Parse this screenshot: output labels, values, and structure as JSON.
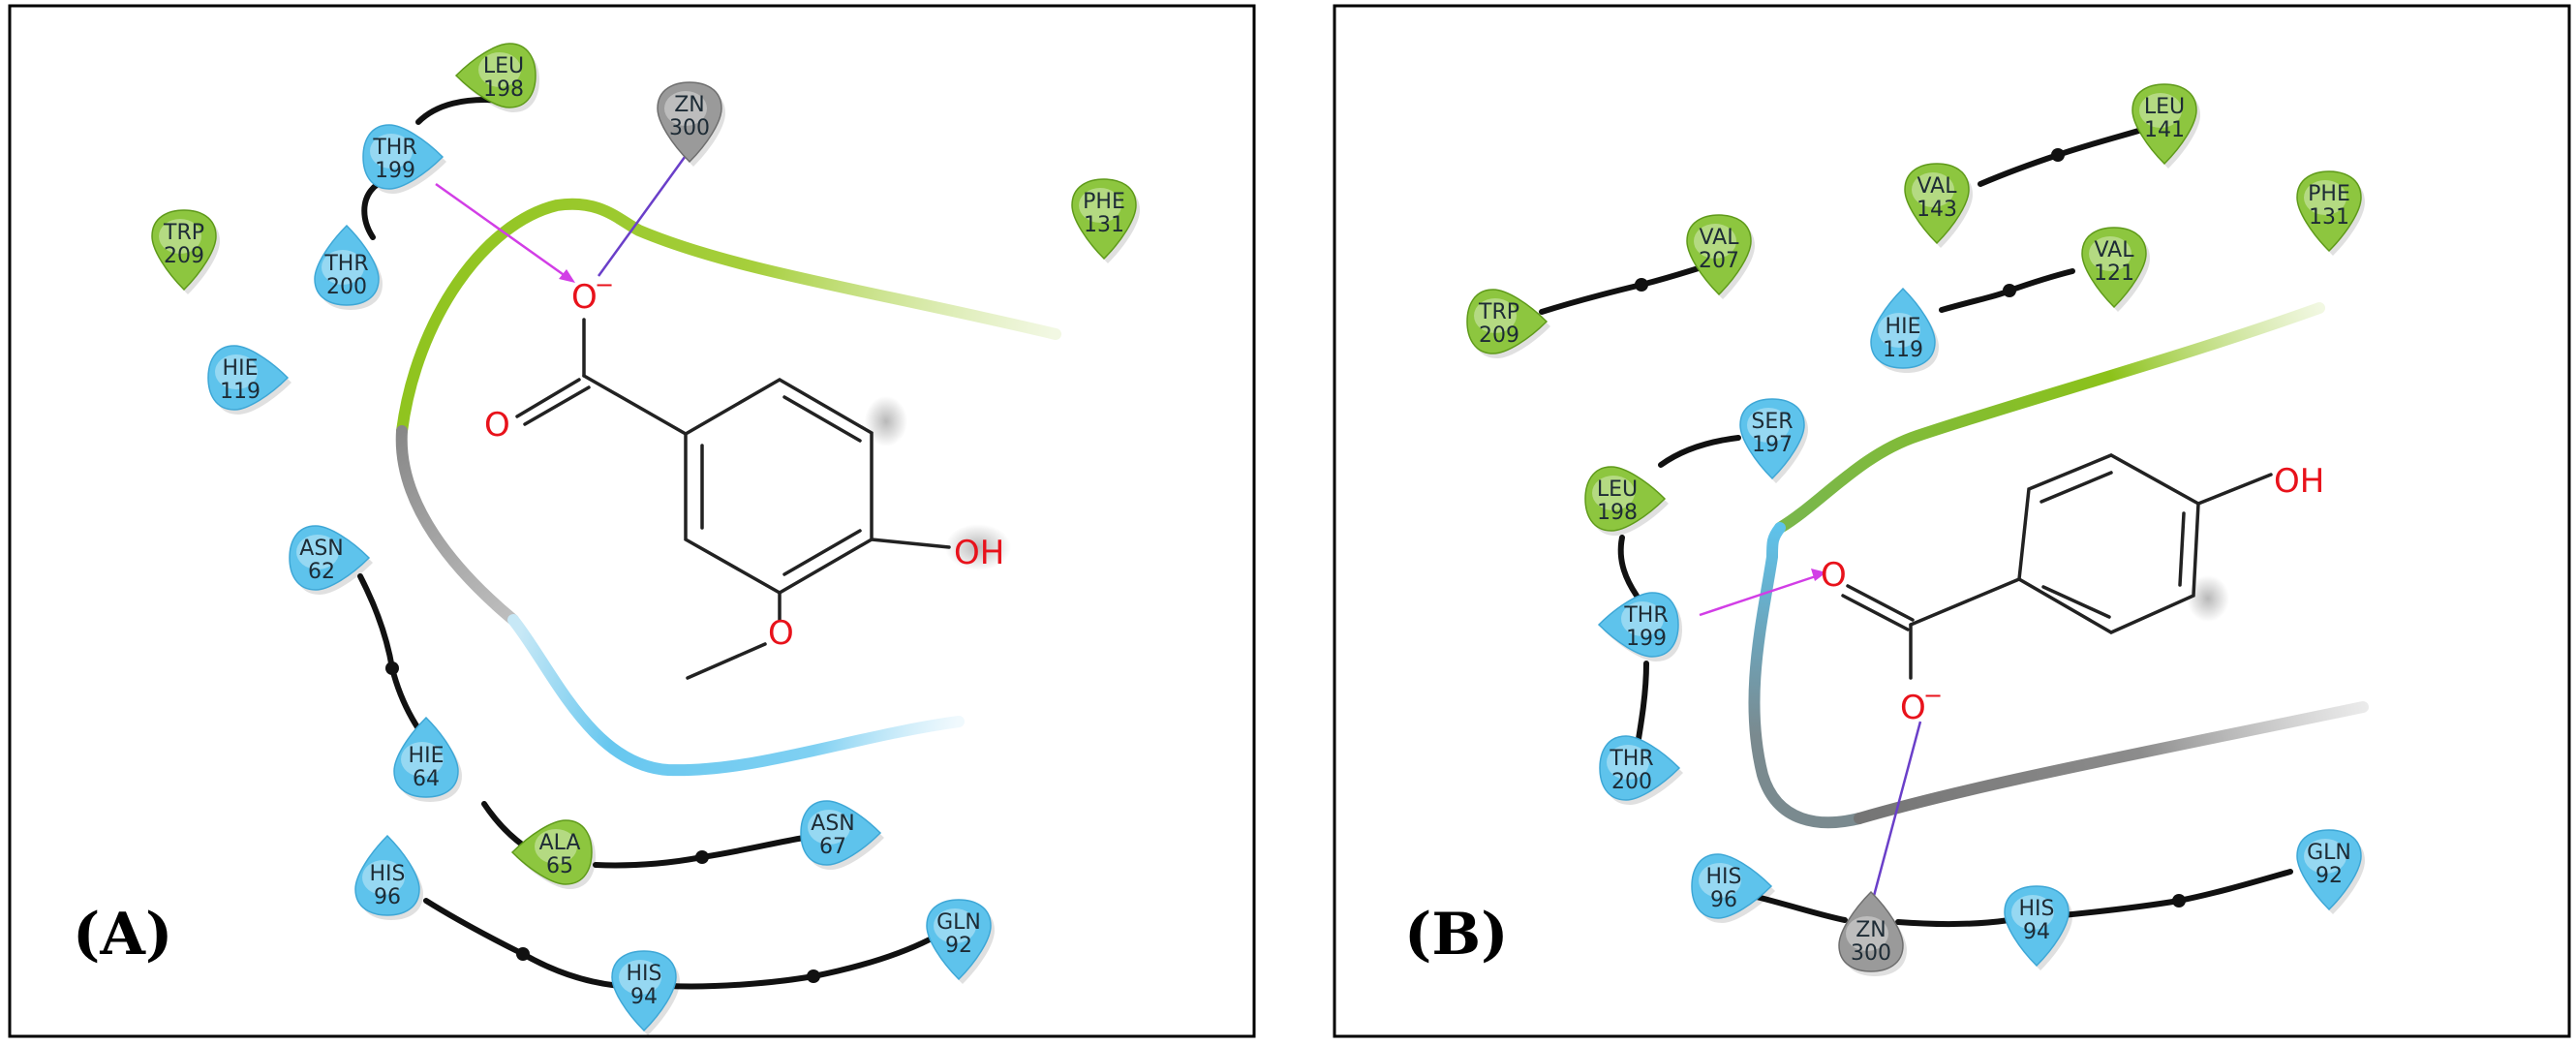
{
  "panels": [
    {
      "label": "(A)",
      "residues": [
        {
          "name": "LEU",
          "num": "198",
          "kind": "hydrophobic"
        },
        {
          "name": "THR",
          "num": "199",
          "kind": "polar"
        },
        {
          "name": "ZN",
          "num": "300",
          "kind": "metal"
        },
        {
          "name": "PHE",
          "num": "131",
          "kind": "hydrophobic"
        },
        {
          "name": "TRP",
          "num": "209",
          "kind": "hydrophobic"
        },
        {
          "name": "THR",
          "num": "200",
          "kind": "polar"
        },
        {
          "name": "HIE",
          "num": "119",
          "kind": "polar"
        },
        {
          "name": "ASN",
          "num": "62",
          "kind": "polar"
        },
        {
          "name": "HIE",
          "num": "64",
          "kind": "polar"
        },
        {
          "name": "ALA",
          "num": "65",
          "kind": "hydrophobic"
        },
        {
          "name": "ASN",
          "num": "67",
          "kind": "polar"
        },
        {
          "name": "HIS",
          "num": "96",
          "kind": "polar"
        },
        {
          "name": "HIS",
          "num": "94",
          "kind": "polar"
        },
        {
          "name": "GLN",
          "num": "92",
          "kind": "polar"
        }
      ],
      "atoms": {
        "o_minus": "O",
        "charge": "−",
        "o_double": "O",
        "oh": "OH",
        "o_methoxy": "O"
      }
    },
    {
      "label": "(B)",
      "residues": [
        {
          "name": "LEU",
          "num": "141",
          "kind": "hydrophobic"
        },
        {
          "name": "VAL",
          "num": "143",
          "kind": "hydrophobic"
        },
        {
          "name": "PHE",
          "num": "131",
          "kind": "hydrophobic"
        },
        {
          "name": "VAL",
          "num": "207",
          "kind": "hydrophobic"
        },
        {
          "name": "VAL",
          "num": "121",
          "kind": "hydrophobic"
        },
        {
          "name": "TRP",
          "num": "209",
          "kind": "hydrophobic"
        },
        {
          "name": "HIE",
          "num": "119",
          "kind": "polar"
        },
        {
          "name": "SER",
          "num": "197",
          "kind": "polar"
        },
        {
          "name": "LEU",
          "num": "198",
          "kind": "hydrophobic"
        },
        {
          "name": "THR",
          "num": "199",
          "kind": "polar"
        },
        {
          "name": "THR",
          "num": "200",
          "kind": "polar"
        },
        {
          "name": "HIS",
          "num": "96",
          "kind": "polar"
        },
        {
          "name": "ZN",
          "num": "300",
          "kind": "metal"
        },
        {
          "name": "HIS",
          "num": "94",
          "kind": "polar"
        },
        {
          "name": "GLN",
          "num": "92",
          "kind": "polar"
        }
      ],
      "atoms": {
        "oh": "OH",
        "o_double": "O",
        "o_minus": "O",
        "charge": "−"
      }
    }
  ],
  "colors": {
    "hydrophobic": "#8dc63f",
    "polar": "#5ec3ec",
    "metal": "#9a9a9a",
    "hbond": "#d23ee6",
    "metal_bond": "#6a3fc9",
    "oxygen": "#e8121b"
  }
}
